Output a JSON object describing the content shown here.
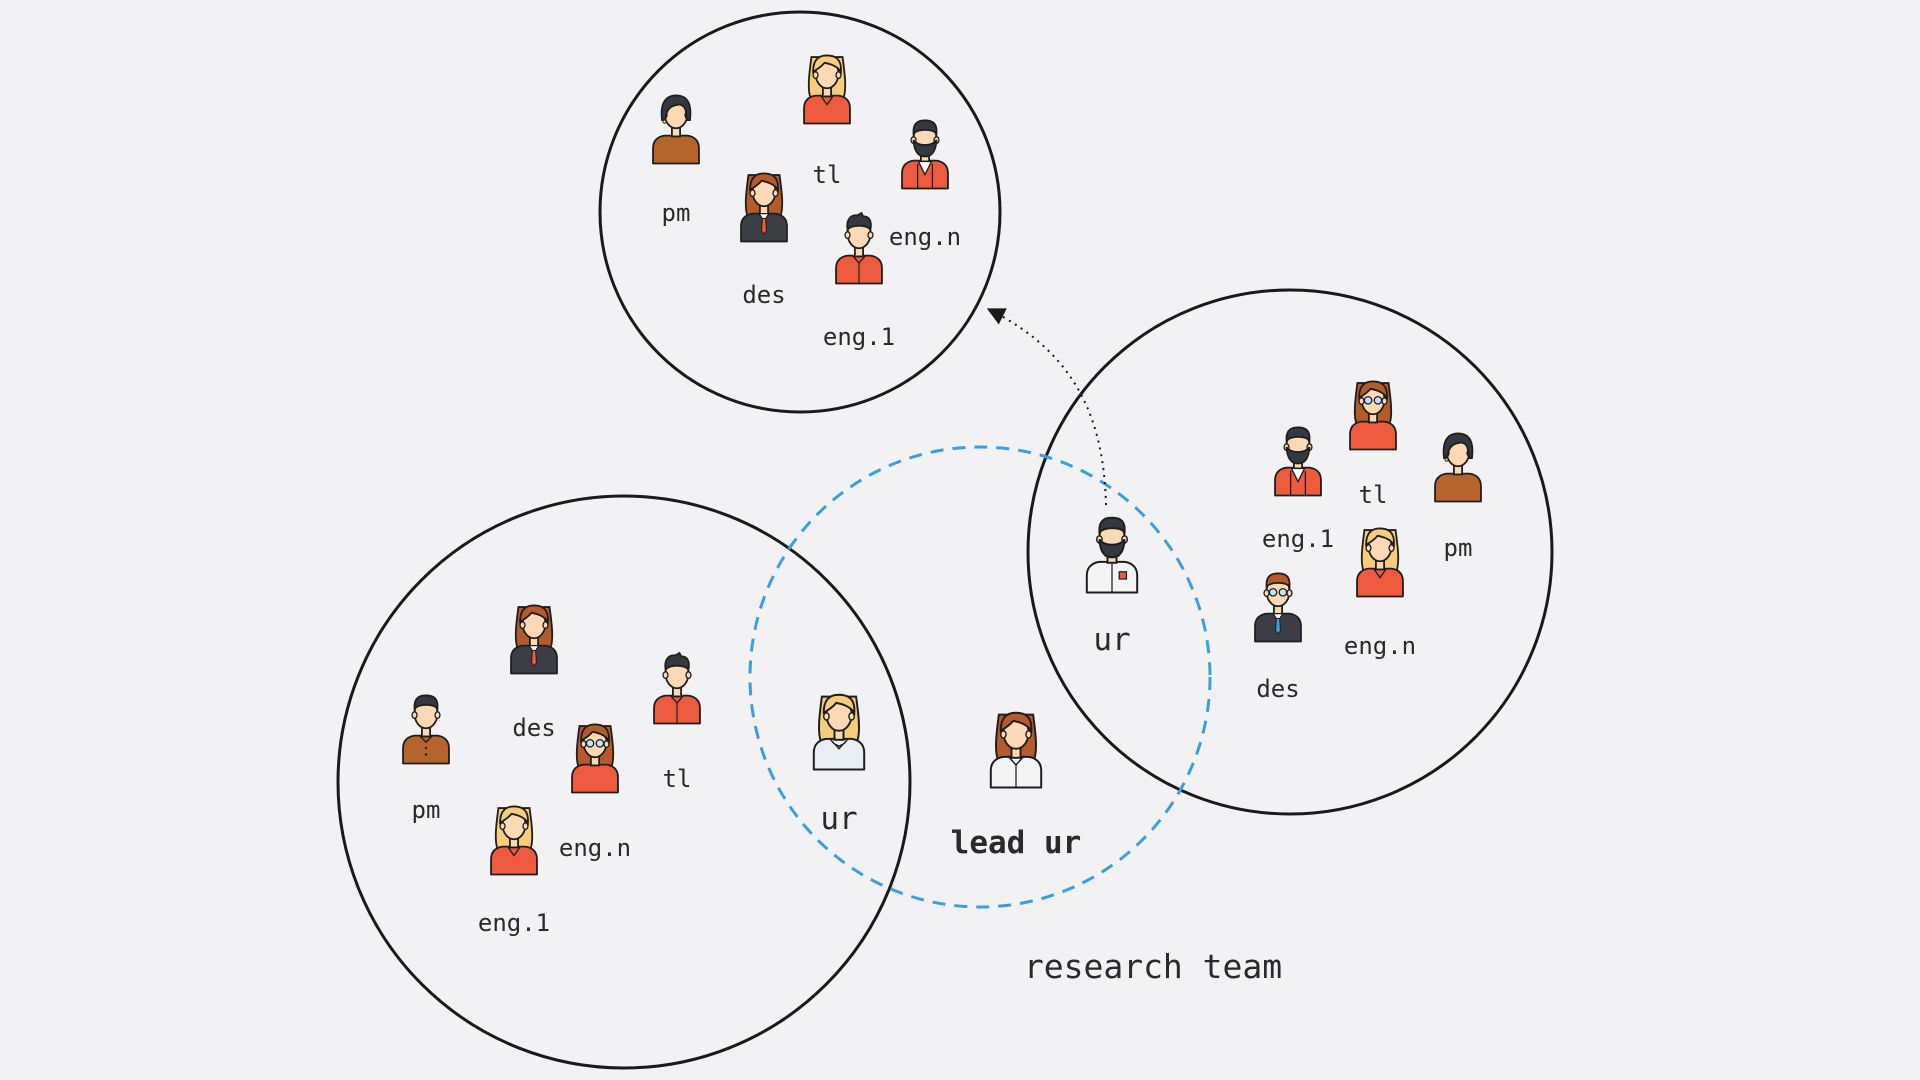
{
  "colors": {
    "background": "#f2f2f4",
    "team_circle": "#1a1a1a",
    "research_circle": "#3b9ee0",
    "skin": "#fcd9b5",
    "outline": "#1e1e1e",
    "brown_shirt": "#b5652b",
    "red_shirt": "#ee5a3d",
    "dark_suit": "#3b3e44",
    "hair_dark": "#343840",
    "hair_brown": "#b55a2b",
    "hair_blonde": "#f6cd7a"
  },
  "teams": [
    {
      "members": [
        {
          "role": "pm",
          "icon": "woman-dark-hair-icon"
        },
        {
          "role": "tl",
          "icon": "woman-blonde-icon"
        },
        {
          "role": "des",
          "icon": "woman-suit-icon"
        },
        {
          "role": "eng.n",
          "icon": "man-bearded-hoodie-icon"
        },
        {
          "role": "eng.1",
          "icon": "man-red-shirt-icon"
        }
      ]
    },
    {
      "members": [
        {
          "role": "eng.1",
          "icon": "man-bearded-hoodie-icon"
        },
        {
          "role": "tl",
          "icon": "woman-glasses-icon"
        },
        {
          "role": "pm",
          "icon": "woman-dark-hair-icon"
        },
        {
          "role": "ur",
          "icon": "man-bearded-white-shirt-icon"
        },
        {
          "role": "des",
          "icon": "man-glasses-suit-icon"
        },
        {
          "role": "eng.n",
          "icon": "woman-blonde-icon"
        }
      ]
    },
    {
      "members": [
        {
          "role": "des",
          "icon": "woman-suit-icon"
        },
        {
          "role": "tl",
          "icon": "man-red-shirt-icon"
        },
        {
          "role": "pm",
          "icon": "man-brown-shirt-icon"
        },
        {
          "role": "eng.n",
          "icon": "woman-glasses-icon"
        },
        {
          "role": "eng.1",
          "icon": "woman-blonde-icon"
        },
        {
          "role": "ur",
          "icon": "woman-blonde-blue-shirt-icon"
        }
      ]
    }
  ],
  "lead": {
    "role": "lead ur",
    "icon": "woman-brown-hair-white-shirt-icon"
  },
  "research_team_label": "research team"
}
